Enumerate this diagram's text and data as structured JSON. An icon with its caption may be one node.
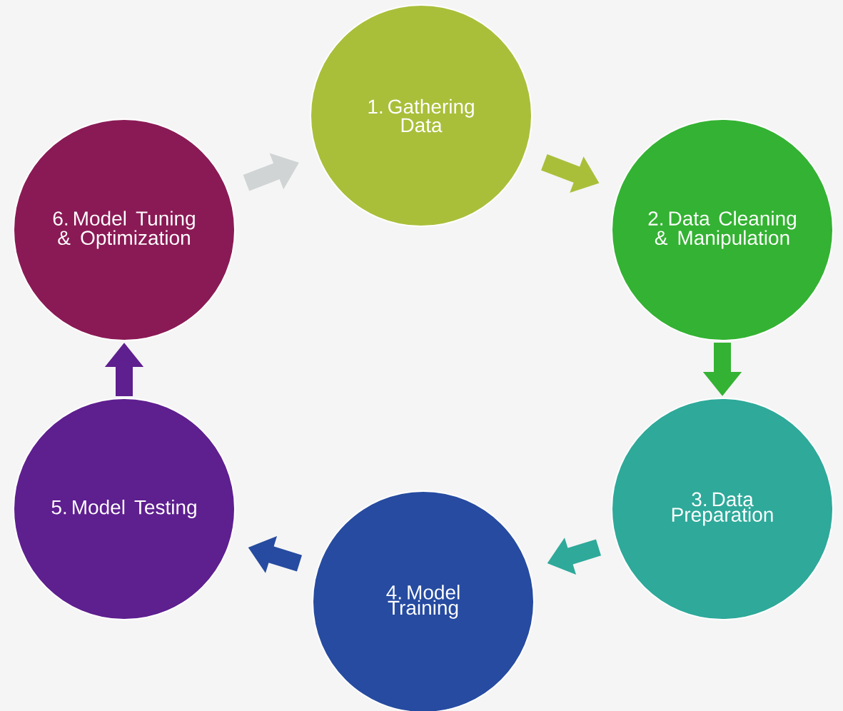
{
  "diagram": {
    "nodes": [
      {
        "text": [
          "1. Gathering Data"
        ]
      },
      {
        "text": [
          "2. Data Cleaning & Manipulation"
        ]
      },
      {
        "text": [
          "3. Data Preparation"
        ]
      },
      {
        "text": [
          "4. Model Training"
        ]
      },
      {
        "text": [
          "5. Model Testing"
        ]
      },
      {
        "text": [
          "6. Model Tuning & Optimization"
        ]
      }
    ],
    "edges": [
      {
        "from": 0,
        "to": 1,
        "arrow": "to",
        "color": "#a9bf3a"
      },
      {
        "from": 1,
        "to": 2,
        "arrow": "to",
        "color": "#34b233"
      },
      {
        "from": 2,
        "to": 3,
        "arrow": "to",
        "color": "#2ea99a"
      },
      {
        "from": 3,
        "to": 4,
        "arrow": "to",
        "color": "#264ba0"
      },
      {
        "from": 4,
        "to": 5,
        "arrow": "to",
        "color": "#5e1f8f"
      },
      {
        "from": 5,
        "to": 0,
        "arrow": "to",
        "color": "#d0d4d4"
      }
    ]
  }
}
